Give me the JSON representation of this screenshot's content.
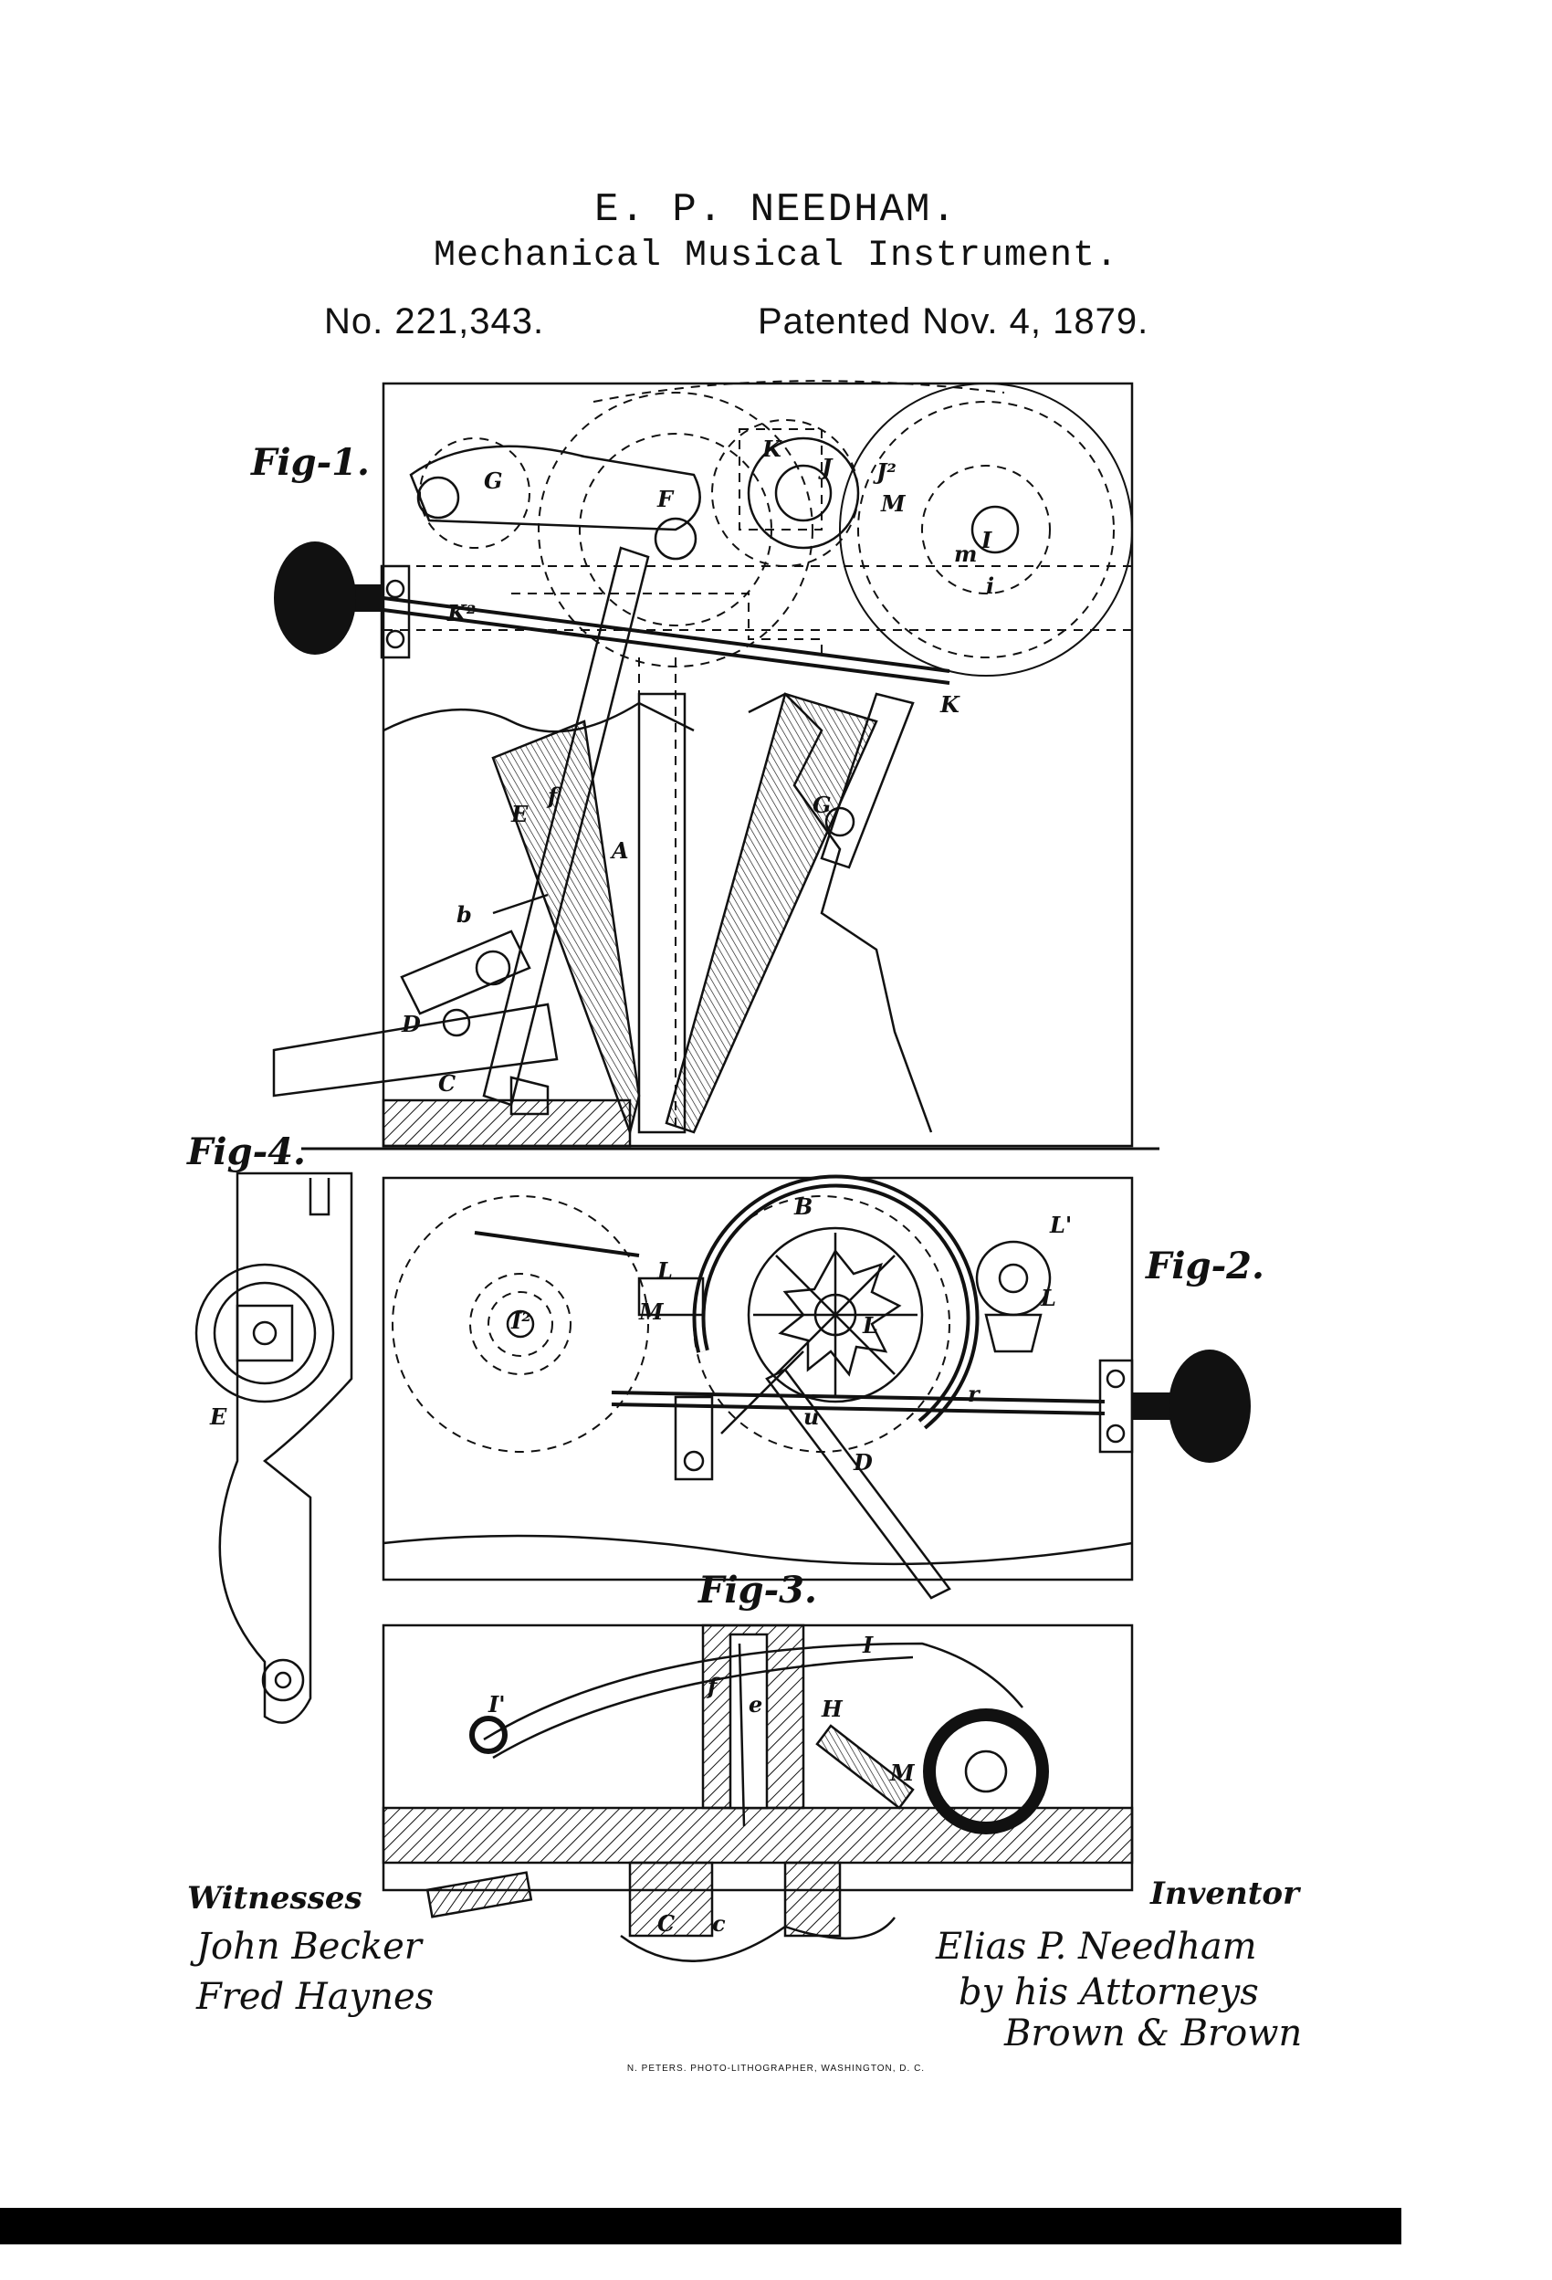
{
  "header": {
    "inventor": "E. P. NEEDHAM.",
    "title": "Mechanical Musical Instrument.",
    "number": "No. 221,343.",
    "date": "Patented Nov. 4, 1879."
  },
  "figures": {
    "fig1": "Fig-1.",
    "fig2": "Fig-2.",
    "fig3": "Fig-3.",
    "fig4": "Fig-4."
  },
  "signatures": {
    "witnesses_label": "Witnesses",
    "witness_1": "John Becker",
    "witness_2": "Fred Haynes",
    "inventor_label": "Inventor",
    "inventor_signature": "Elias P. Needham",
    "by_attorneys": "by his Attorneys",
    "attorneys": "Brown & Brown"
  },
  "printer": "N. PETERS. PHOTO-LITHOGRAPHER, WASHINGTON, D. C."
}
